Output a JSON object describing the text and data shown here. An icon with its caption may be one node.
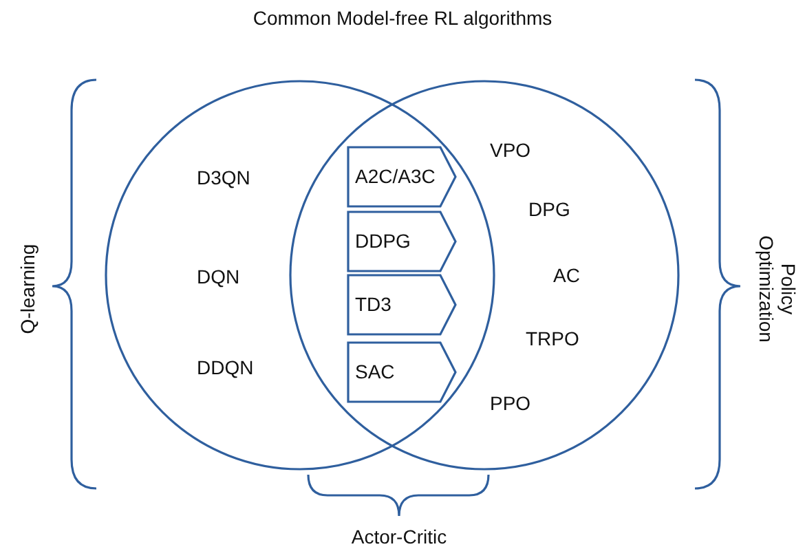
{
  "diagram": {
    "title": "Common Model-free RL algorithms",
    "nodes": [
      {
        "text": [
          "D3QN",
          "DQN",
          "DDQN"
        ]
      },
      {
        "text": [
          "VPO",
          "DPG",
          "AC",
          "TRPO",
          "PPO"
        ]
      },
      {
        "text": [
          "A2C/A3C"
        ]
      },
      {
        "text": [
          "DDPG"
        ]
      },
      {
        "text": [
          "TD3"
        ]
      },
      {
        "text": [
          "SAC"
        ]
      }
    ],
    "edges": [],
    "labels": [
      "Q-learning",
      "Policy Optimization",
      "Actor-Critic"
    ]
  }
}
